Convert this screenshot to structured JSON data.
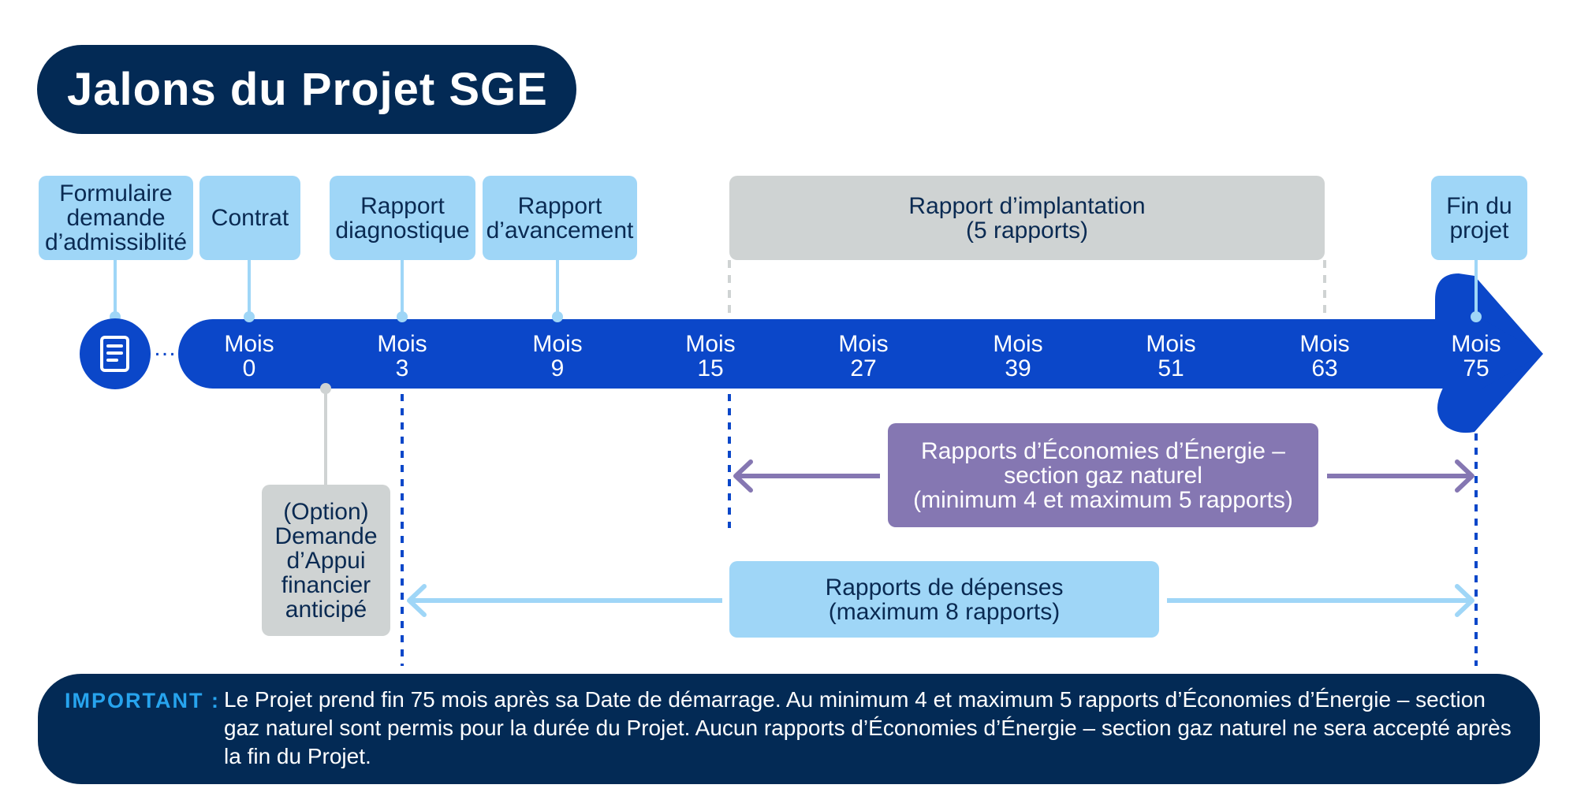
{
  "title": "Jalons du Projet SGE",
  "top_boxes": {
    "formulaire": "Formulaire\ndemande\nd’admissiblité",
    "contrat": "Contrat",
    "diagnostique": "Rapport\ndiagnostique",
    "avancement": "Rapport\nd’avancement",
    "implantation": "Rapport d’implantation\n(5 rapports)",
    "fin": "Fin du\nprojet"
  },
  "timeline": {
    "months": [
      {
        "label": "Mois",
        "value": "0"
      },
      {
        "label": "Mois",
        "value": "3"
      },
      {
        "label": "Mois",
        "value": "9"
      },
      {
        "label": "Mois",
        "value": "15"
      },
      {
        "label": "Mois",
        "value": "27"
      },
      {
        "label": "Mois",
        "value": "39"
      },
      {
        "label": "Mois",
        "value": "51"
      },
      {
        "label": "Mois",
        "value": "63"
      },
      {
        "label": "Mois",
        "value": "75"
      }
    ],
    "ellipsis": "…"
  },
  "option_box": "(Option)\nDemande\nd’Appui\nfinancier\nanticipé",
  "energy_box": "Rapports d’Économies d’Énergie –\nsection gaz naturel\n(minimum 4 et maximum 5 rapports)",
  "expenses_box": "Rapports de dépenses\n(maximum 8 rapports)",
  "important": {
    "label": "IMPORTANT :",
    "text": "Le Projet prend fin 75 mois après sa Date de démarrage. Au minimum 4 et maximum 5 rapports d’Économies d’Énergie – section gaz naturel sont permis pour la durée du Projet. Aucun rapports d’Économies d’Énergie – section gaz naturel ne sera accepté après la fin du Projet."
  },
  "colors": {
    "navy": "#032a55",
    "timeline_blue": "#0b47c9",
    "light_blue": "#9fd6f7",
    "purple": "#8577b2",
    "gray": "#cfd3d3"
  },
  "icons": {
    "start": "document-icon"
  }
}
